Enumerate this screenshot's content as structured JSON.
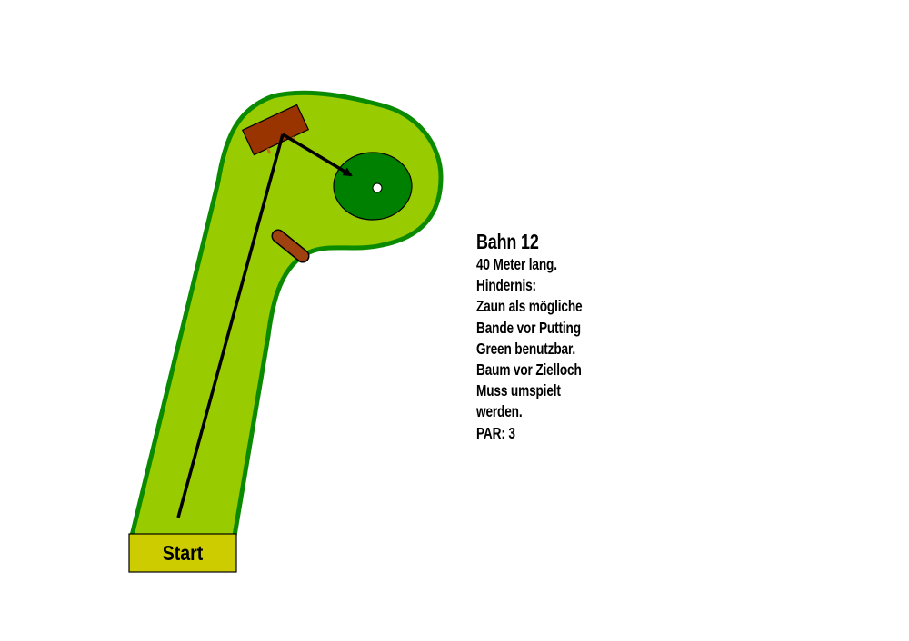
{
  "hole": {
    "title": "Bahn 12",
    "lines": [
      "40 Meter lang.",
      "Hindernis:",
      "Zaun als mögliche",
      "Bande vor Putting",
      "Green benutzbar.",
      "Baum vor Zielloch",
      "Muss umspielt",
      "werden.",
      "PAR: 3"
    ]
  },
  "start_label": "Start",
  "colors": {
    "fairway": "#99cc00",
    "fairway_border": "#0a8a00",
    "green": "#008000",
    "obstacle": "#993300",
    "start_box": "#cccc00"
  }
}
